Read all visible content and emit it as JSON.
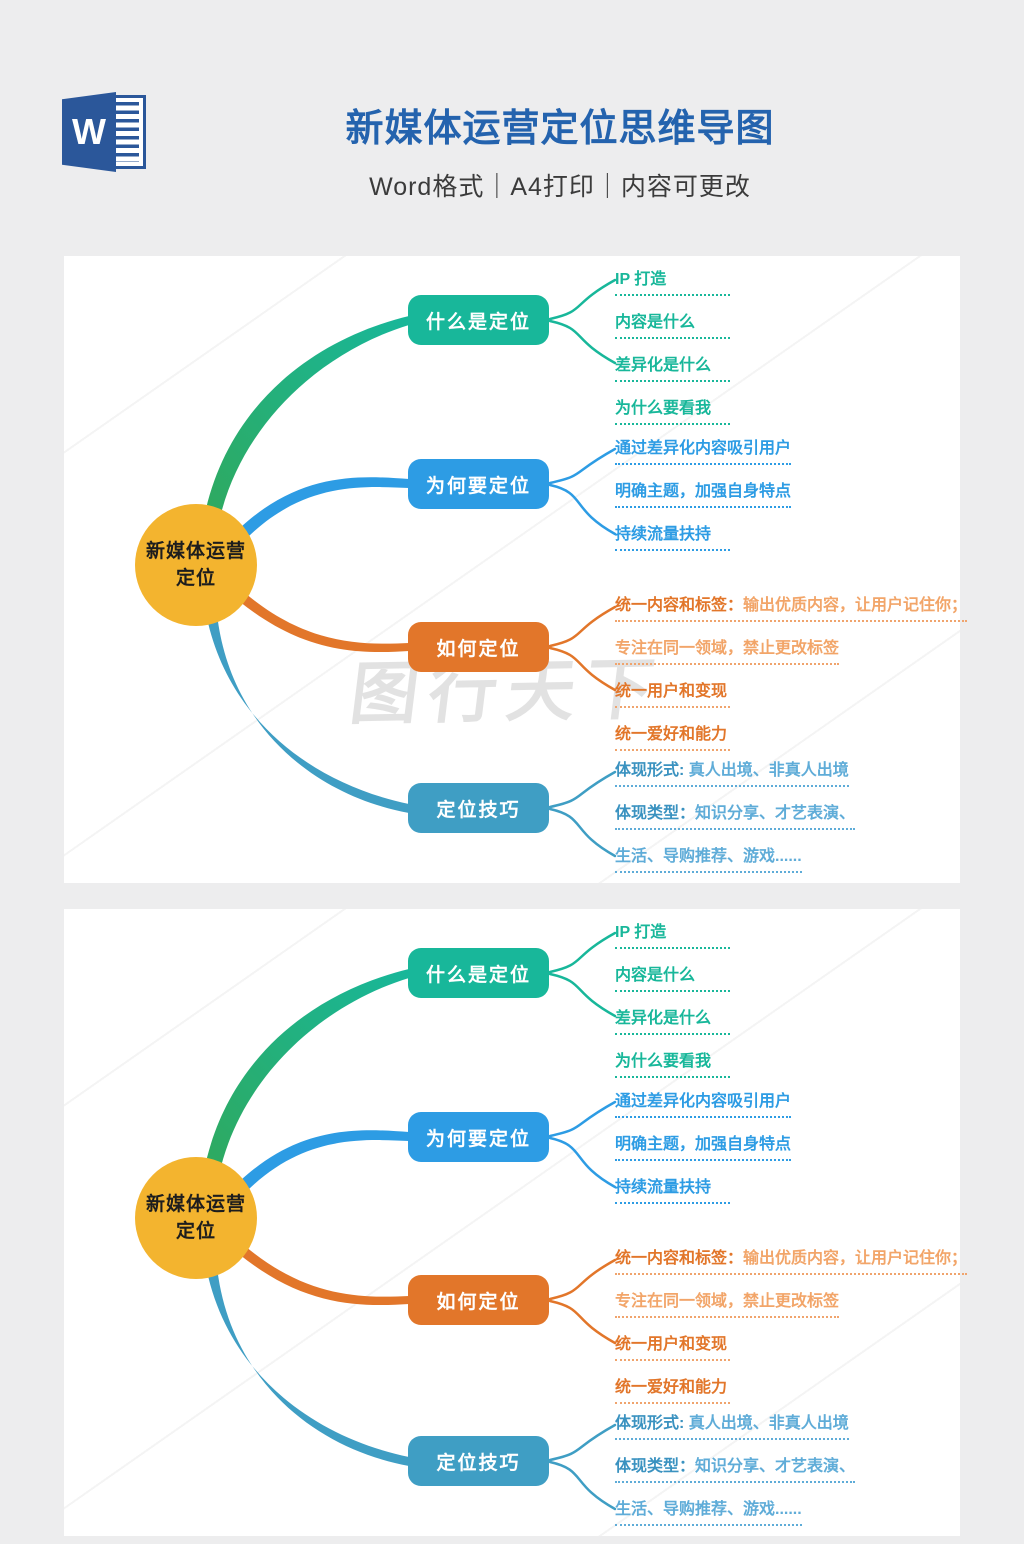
{
  "header": {
    "title": "新媒体运营定位思维导图",
    "subtitle": "Word格式｜A4打印｜内容可更改",
    "word_icon_letter": "W"
  },
  "watermark_text": "图行天下",
  "colors": {
    "page_bg": "#ededee",
    "panel_bg": "#ffffff",
    "title_blue": "#2463ae",
    "subtitle_gray": "#3b3b3b",
    "word_blue": "#2b579a",
    "center_yellow": "#f3b42f",
    "center_text": "#1d1d1d",
    "branch1_green_curve_start": "#2fa95e"
  },
  "mindmap": {
    "center_label_line1": "新媒体运营",
    "center_label_line2": "定位",
    "branches": [
      {
        "label": "什么是定位",
        "node_color": "#18b79a",
        "text_bold_color": "#18b79a",
        "text_light_color": "#18b79a",
        "dot_color": "#18b79a",
        "items": [
          {
            "bold": "IP 打造",
            "light": ""
          },
          {
            "bold": "内容是什么",
            "light": ""
          },
          {
            "bold": "差异化是什么",
            "light": ""
          },
          {
            "bold": "为什么要看我",
            "light": ""
          }
        ]
      },
      {
        "label": "为何要定位",
        "node_color": "#2d9ce4",
        "text_bold_color": "#2d9ce4",
        "text_light_color": "#2d9ce4",
        "dot_color": "#2d9ce4",
        "items": [
          {
            "bold": "通过差异化内容吸引用户",
            "light": ""
          },
          {
            "bold": "明确主题，加强自身特点",
            "light": ""
          },
          {
            "bold": "持续流量扶持",
            "light": ""
          }
        ]
      },
      {
        "label": "如何定位",
        "node_color": "#e2762a",
        "text_bold_color": "#e2762a",
        "text_light_color": "#f2a569",
        "dot_color": "#f0a46d",
        "items": [
          {
            "bold": "统一内容和标签：",
            "light": "输出优质内容，让用户记住你；"
          },
          {
            "bold": "",
            "light": "专注在同一领域，禁止更改标签"
          },
          {
            "bold": "统一用户和变现",
            "light": ""
          },
          {
            "bold": "统一爱好和能力",
            "light": ""
          }
        ]
      },
      {
        "label": "定位技巧",
        "node_color": "#3f9ec4",
        "text_bold_color": "#3a92c0",
        "text_light_color": "#5facd8",
        "dot_color": "#5facd8",
        "items": [
          {
            "bold": "体现形式: ",
            "light": "真人出境、非真人出境"
          },
          {
            "bold": "体现类型：",
            "light": "知识分享、才艺表演、"
          },
          {
            "bold": "",
            "light": "生活、导购推荐、游戏......"
          }
        ]
      }
    ]
  }
}
